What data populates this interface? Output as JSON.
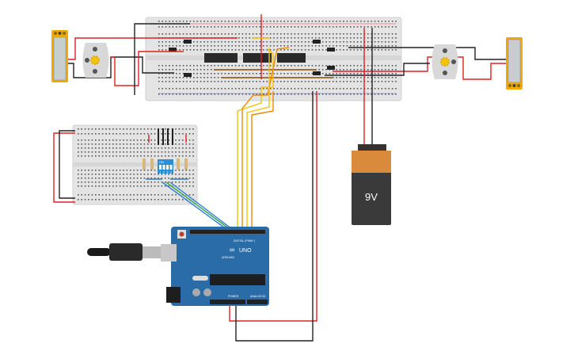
{
  "battery": {
    "label": "9V",
    "colors": {
      "top": "#d98a3a",
      "body": "#3a3a3a"
    }
  },
  "arduino": {
    "brand": "ARDUINO",
    "model": "UNO",
    "digital_label": "DIGITAL (PWM~)",
    "power_label": "POWER",
    "analog_label": "ANALOG IN",
    "color": "#2a6ca8"
  },
  "dip_switch": {
    "on_label": "ON",
    "switch_numbers": [
      "1",
      "2",
      "3",
      "4"
    ],
    "color": "#2b8fd6"
  },
  "colors": {
    "wire_red": "#e02020",
    "wire_black": "#222222",
    "wire_yellow": "#f2c200",
    "wire_orange": "#f08a00",
    "wire_blue": "#2d7fd8",
    "wire_green": "#3aa040",
    "breadboard": "#e6e6e6"
  }
}
